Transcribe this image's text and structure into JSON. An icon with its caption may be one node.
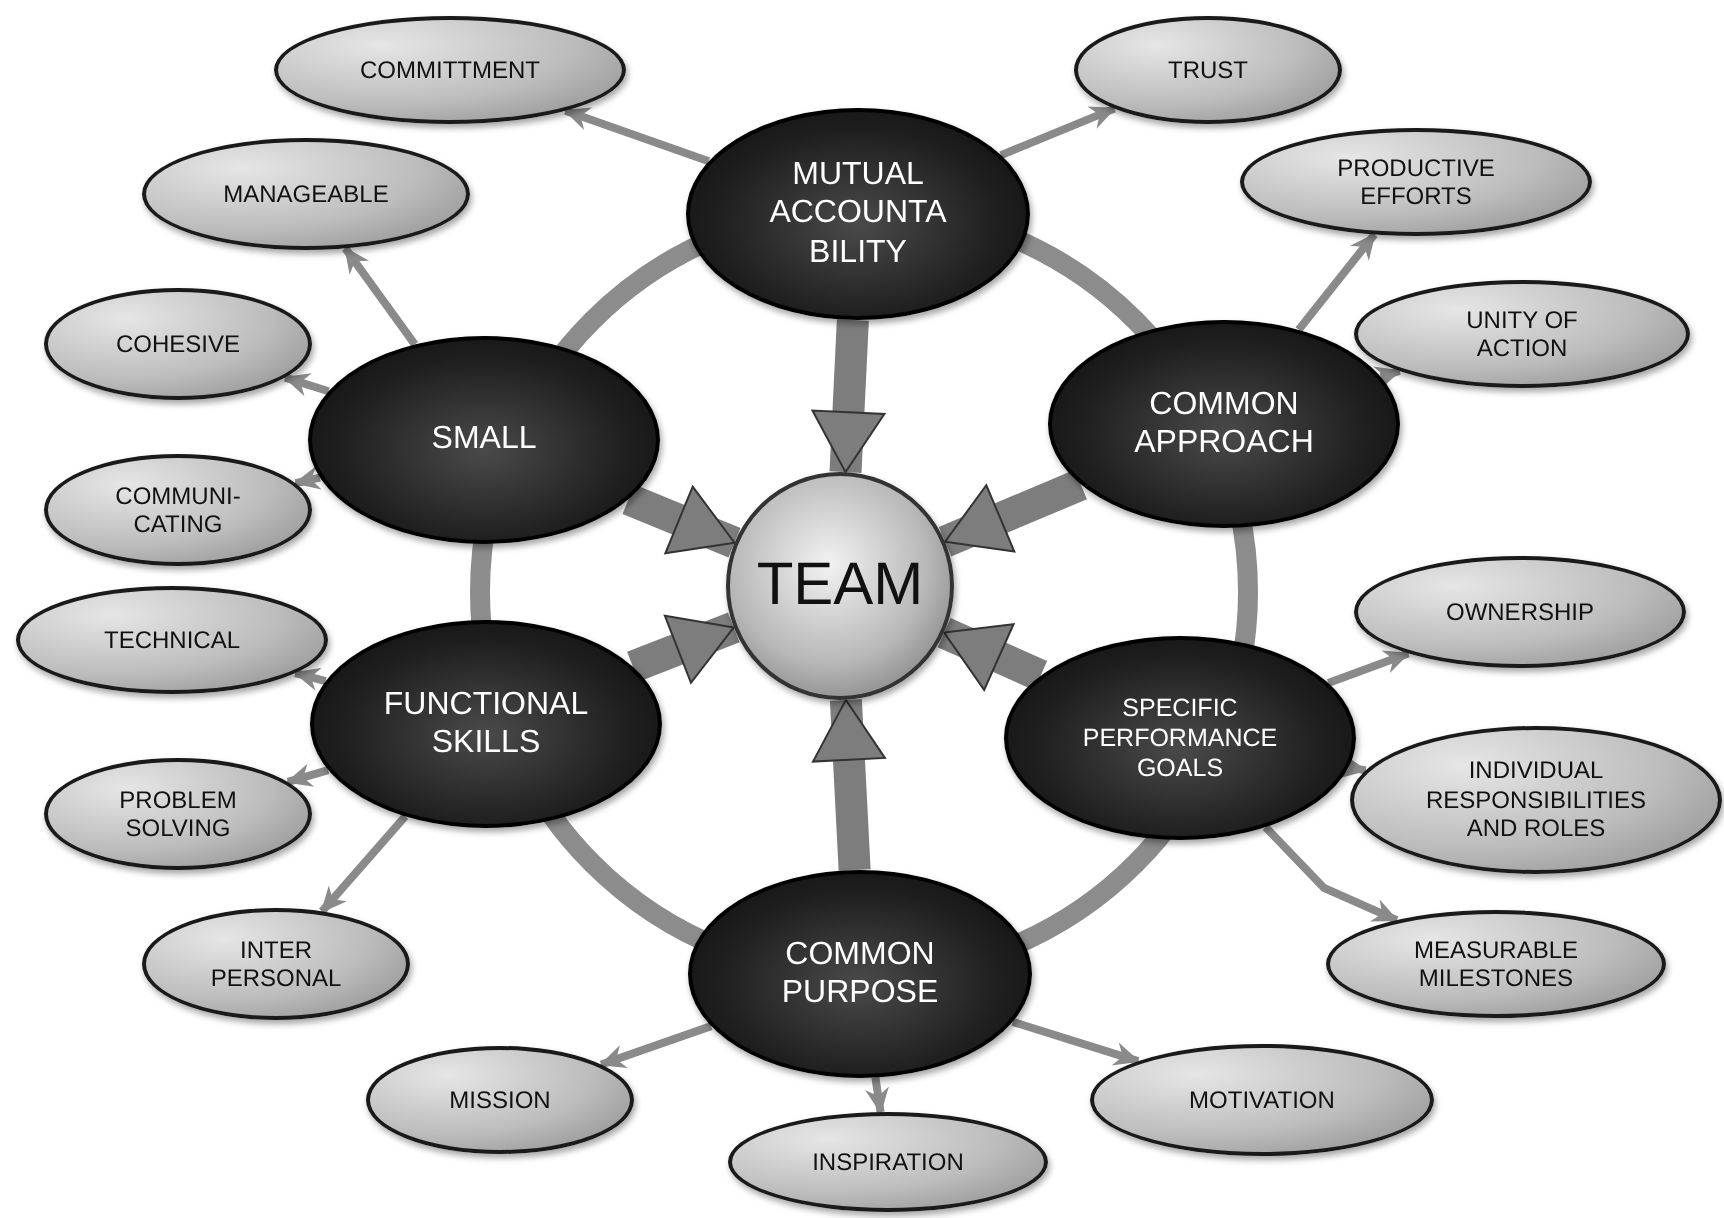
{
  "diagram": {
    "nodes": [
      {
        "text": [
          "COMMITTMENT"
        ]
      },
      {
        "text": [
          "TRUST"
        ]
      },
      {
        "text": [
          "MUTUAL ACCOUNTA BILITY"
        ]
      },
      {
        "text": [
          "MANAGEABLE"
        ]
      },
      {
        "text": [
          "PRODUCTIVE EFFORTS"
        ]
      },
      {
        "text": [
          "COHESIVE"
        ]
      },
      {
        "text": [
          "UNITY OF ACTION"
        ]
      },
      {
        "text": [
          "SMALL"
        ]
      },
      {
        "text": [
          "COMMON APPROACH"
        ]
      },
      {
        "text": [
          "COMMUNI- CATING"
        ]
      },
      {
        "text": [
          "TEAM"
        ]
      },
      {
        "text": [
          "TECHNICAL"
        ]
      },
      {
        "text": [
          "OWNERSHIP"
        ]
      },
      {
        "text": [
          "FUNCTIONAL SKILLS"
        ]
      },
      {
        "text": [
          "SPECIFIC PERFORMANCE GOALS"
        ]
      },
      {
        "text": [
          "PROBLEM SOLVING"
        ]
      },
      {
        "text": [
          "INDIVIDUAL RESPONSIBILITIES AND ROLES"
        ]
      },
      {
        "text": [
          "INTER PERSONAL"
        ]
      },
      {
        "text": [
          "COMMON PURPOSE"
        ]
      },
      {
        "text": [
          "MEASURABLE MILESTONES"
        ]
      },
      {
        "text": [
          "MISSION"
        ]
      },
      {
        "text": [
          "MOTIVATION"
        ]
      },
      {
        "text": [
          "INSPIRATION"
        ]
      }
    ],
    "edges": [
      {
        "from": 2,
        "to": 10,
        "arrow": "to",
        "style": "thick"
      },
      {
        "from": 7,
        "to": 10,
        "arrow": "to",
        "style": "thick"
      },
      {
        "from": 8,
        "to": 10,
        "arrow": "to",
        "style": "thick"
      },
      {
        "from": 13,
        "to": 10,
        "arrow": "to",
        "style": "thick"
      },
      {
        "from": 14,
        "to": 10,
        "arrow": "to",
        "style": "thick"
      },
      {
        "from": 18,
        "to": 10,
        "arrow": "to",
        "style": "thick"
      },
      {
        "from": 2,
        "to": 0,
        "arrow": "to"
      },
      {
        "from": 2,
        "to": 1,
        "arrow": "to"
      },
      {
        "from": 7,
        "to": 3,
        "arrow": "to"
      },
      {
        "from": 7,
        "to": 5,
        "arrow": "to"
      },
      {
        "from": 7,
        "to": 9,
        "arrow": "to"
      },
      {
        "from": 8,
        "to": 4,
        "arrow": "to"
      },
      {
        "from": 8,
        "to": 6,
        "arrow": "to"
      },
      {
        "from": 13,
        "to": 11,
        "arrow": "to"
      },
      {
        "from": 13,
        "to": 15,
        "arrow": "to"
      },
      {
        "from": 13,
        "to": 17,
        "arrow": "to"
      },
      {
        "from": 14,
        "to": 12,
        "arrow": "to"
      },
      {
        "from": 14,
        "to": 16,
        "arrow": "to"
      },
      {
        "from": 14,
        "to": 19,
        "arrow": "to"
      },
      {
        "from": 18,
        "to": 20,
        "arrow": "to"
      },
      {
        "from": 18,
        "to": 22,
        "arrow": "to"
      },
      {
        "from": 18,
        "to": 21,
        "arrow": "to"
      }
    ]
  }
}
